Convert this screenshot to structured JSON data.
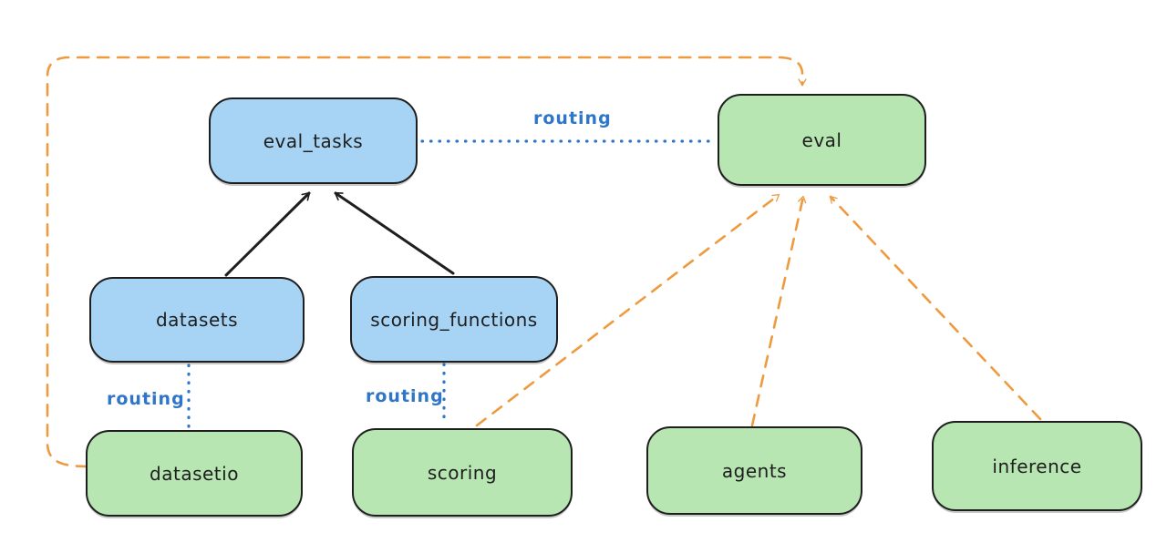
{
  "diagram": {
    "nodes": [
      {
        "id": "eval_tasks",
        "label": "eval_tasks",
        "kind": "resource"
      },
      {
        "id": "eval",
        "label": "eval",
        "kind": "api"
      },
      {
        "id": "datasets",
        "label": "datasets",
        "kind": "resource"
      },
      {
        "id": "scoring_functions",
        "label": "scoring_functions",
        "kind": "resource"
      },
      {
        "id": "datasetio",
        "label": "datasetio",
        "kind": "api"
      },
      {
        "id": "scoring",
        "label": "scoring",
        "kind": "api"
      },
      {
        "id": "agents",
        "label": "agents",
        "kind": "api"
      },
      {
        "id": "inference",
        "label": "inference",
        "kind": "api"
      }
    ],
    "edge_labels": {
      "routing_top": "routing",
      "routing_datasets": "routing",
      "routing_scoring": "routing"
    },
    "edges": [
      {
        "from": "datasets",
        "to": "eval_tasks",
        "style": "solid-black-arrow"
      },
      {
        "from": "scoring_functions",
        "to": "eval_tasks",
        "style": "solid-black-arrow"
      },
      {
        "from": "eval_tasks",
        "to": "eval",
        "style": "dotted-blue",
        "label": "routing"
      },
      {
        "from": "datasets",
        "to": "datasetio",
        "style": "dotted-blue",
        "label": "routing"
      },
      {
        "from": "scoring_functions",
        "to": "scoring",
        "style": "dotted-blue",
        "label": "routing"
      },
      {
        "from": "datasetio",
        "to": "eval",
        "style": "dashed-orange-arrow"
      },
      {
        "from": "scoring",
        "to": "eval",
        "style": "dashed-orange-arrow"
      },
      {
        "from": "agents",
        "to": "eval",
        "style": "dashed-orange-arrow"
      },
      {
        "from": "inference",
        "to": "eval",
        "style": "dashed-orange-arrow"
      }
    ],
    "colors": {
      "resource_fill": "#a7d4f4",
      "api_fill": "#b7e6b2",
      "stroke": "#1e1e1e",
      "routing_blue": "#2f76c9",
      "orange": "#ee9b3f",
      "bg": "#ffffff"
    }
  }
}
